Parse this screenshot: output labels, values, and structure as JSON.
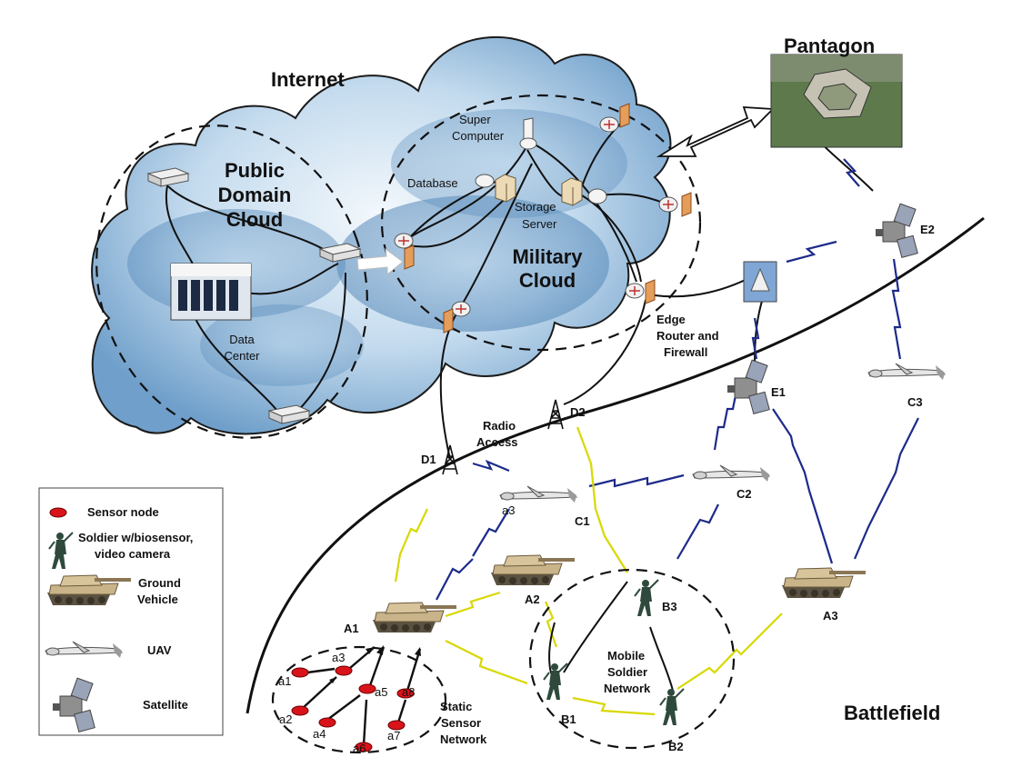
{
  "title_internet": "Internet",
  "title_battlefield": "Battlefield",
  "title_pentagon": "Pantagon",
  "public_cloud": [
    "Public",
    "Domain",
    "Cloud"
  ],
  "military_cloud": [
    "Military",
    "Cloud"
  ],
  "data_center": [
    "Data",
    "Center"
  ],
  "super_computer": [
    "Super",
    "Computer"
  ],
  "database": "Database",
  "storage_server": [
    "Storage",
    "Server"
  ],
  "edge_router": [
    "Edge",
    "Router and",
    "Firewall"
  ],
  "radio_access": [
    "Radio",
    "Access"
  ],
  "towers": {
    "d1": "D1",
    "d2": "D2"
  },
  "satellites": {
    "e1": "E1",
    "e2": "E2"
  },
  "uavs": {
    "c1": "C1",
    "c2": "C2",
    "c3": "C3"
  },
  "vehicles": {
    "a1": "A1",
    "a2": "A2",
    "a3": "A3"
  },
  "soldiers": {
    "b1": "B1",
    "b2": "B2",
    "b3": "B3"
  },
  "sensors": {
    "a1": "a1",
    "a2": "a2",
    "a3": "a3",
    "a4": "a4",
    "a5": "a5",
    "a6": "a6",
    "a7": "a7",
    "a8": "a8"
  },
  "static_sensor_network": [
    "Static",
    "Sensor",
    "Network"
  ],
  "mobile_soldier_network": [
    "Mobile",
    "Soldier",
    "Network"
  ],
  "legend": {
    "sensor": "Sensor node",
    "soldier": [
      "Soldier w/biosensor,",
      "video camera"
    ],
    "vehicle": [
      "Ground",
      "Vehicle"
    ],
    "uav": "UAV",
    "satellite": "Satellite"
  },
  "colors": {
    "cloud": "#8fb8d9",
    "cloud_dark": "#4f86b8",
    "sensor": "#d8141a",
    "blue_link": "#1c2a8a",
    "yellow_link": "#d8d800"
  }
}
